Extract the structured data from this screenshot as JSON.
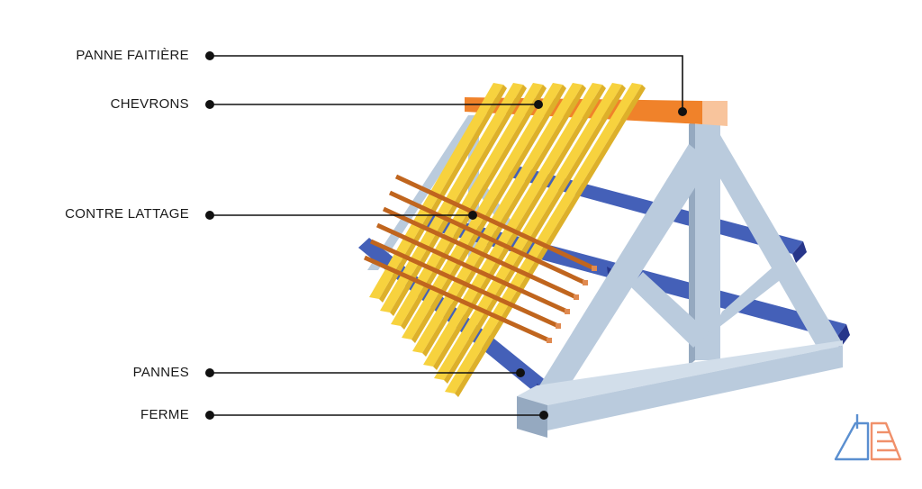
{
  "labels": {
    "panne_faitiere": "PANNE FAITIÈRE",
    "chevrons": "CHEVRONS",
    "contre_lattage": "CONTRE LATTAGE",
    "pannes": "PANNES",
    "ferme": "FERME"
  },
  "colors": {
    "ridge": "#F0822A",
    "ridge_end": "#F8C49C",
    "rafter": "#F7D23E",
    "rafter_shade": "#DDB02A",
    "counter_batten": "#C0651E",
    "counter_batten_tip": "#E08A50",
    "purlin": "#4460B8",
    "purlin_end": "#27368A",
    "truss": "#BACBDD",
    "truss_shade": "#95A9C0",
    "leader": "#111111",
    "logo_blue": "#5A8FD0",
    "logo_orange": "#F0906A"
  },
  "icons": [
    "brand-logo-icon"
  ]
}
